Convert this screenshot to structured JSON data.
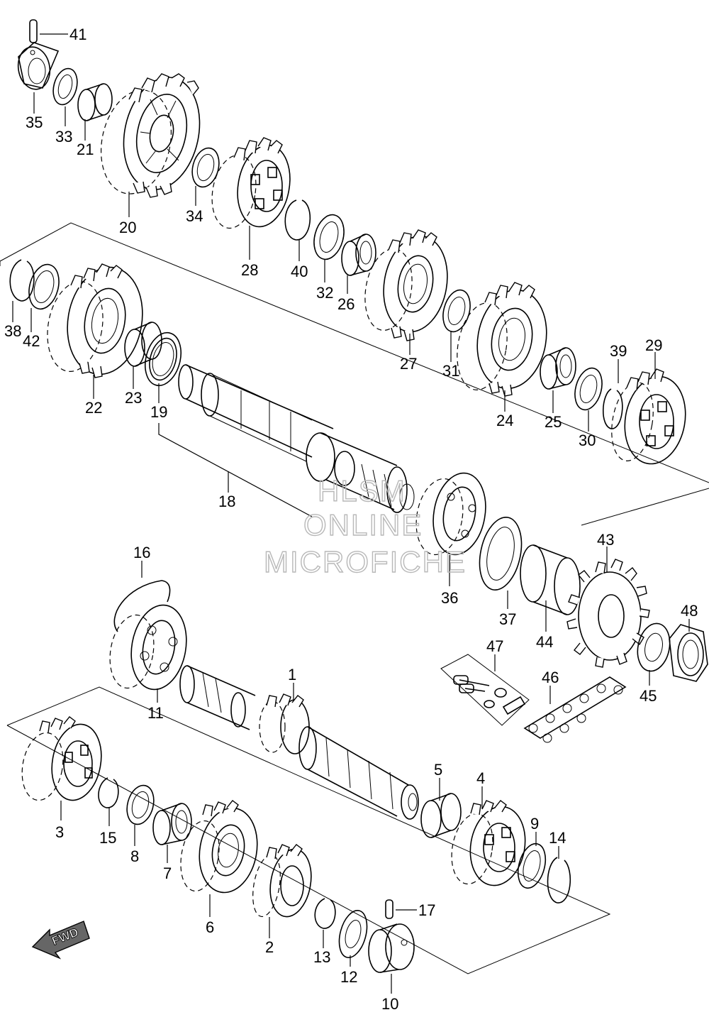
{
  "callouts": [
    {
      "label": "41"
    },
    {
      "label": "35"
    },
    {
      "label": "33"
    },
    {
      "label": "21"
    },
    {
      "label": "20"
    },
    {
      "label": "34"
    },
    {
      "label": "28"
    },
    {
      "label": "40"
    },
    {
      "label": "32"
    },
    {
      "label": "26"
    },
    {
      "label": "38"
    },
    {
      "label": "42"
    },
    {
      "label": "22"
    },
    {
      "label": "23"
    },
    {
      "label": "19"
    },
    {
      "label": "27"
    },
    {
      "label": "31"
    },
    {
      "label": "24"
    },
    {
      "label": "25"
    },
    {
      "label": "30"
    },
    {
      "label": "39"
    },
    {
      "label": "29"
    },
    {
      "label": "18"
    },
    {
      "label": "16"
    },
    {
      "label": "36"
    },
    {
      "label": "37"
    },
    {
      "label": "43"
    },
    {
      "label": "44"
    },
    {
      "label": "48"
    },
    {
      "label": "45"
    },
    {
      "label": "47"
    },
    {
      "label": "46"
    },
    {
      "label": "11"
    },
    {
      "label": "1"
    },
    {
      "label": "3"
    },
    {
      "label": "15"
    },
    {
      "label": "8"
    },
    {
      "label": "7"
    },
    {
      "label": "6"
    },
    {
      "label": "5"
    },
    {
      "label": "4"
    },
    {
      "label": "9"
    },
    {
      "label": "14"
    },
    {
      "label": "2"
    },
    {
      "label": "13"
    },
    {
      "label": "12"
    },
    {
      "label": "17"
    },
    {
      "label": "10"
    }
  ],
  "watermark": {
    "line1": "HLSM",
    "line2": "ONLINE",
    "line3": "MICROFICHE"
  },
  "direction_badge": "FWD"
}
